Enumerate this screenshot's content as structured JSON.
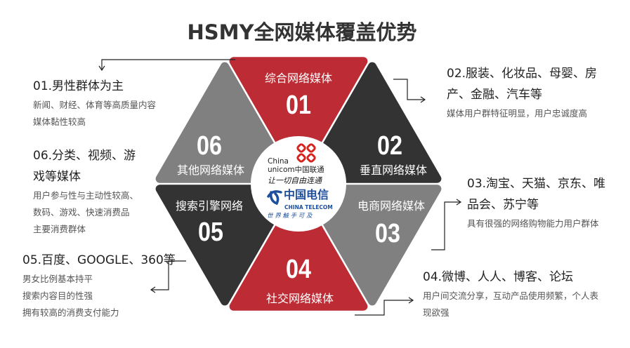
{
  "title": "HSMY全网媒体覆盖优势",
  "colors": {
    "red": "#bd2c34",
    "dark": "#333333",
    "gray": "#808080"
  },
  "segments": [
    {
      "num": "01",
      "label": "综合网络媒体"
    },
    {
      "num": "02",
      "label": "垂直网络媒体"
    },
    {
      "num": "03",
      "label": "电商网络媒体"
    },
    {
      "num": "04",
      "label": "社交网络媒体"
    },
    {
      "num": "05",
      "label": "搜索引擎网络"
    },
    {
      "num": "06",
      "label": "其他网络媒体"
    }
  ],
  "notes": [
    {
      "heading": [
        "01.男性群体为主"
      ],
      "desc": [
        "新闻、财经、体育等高质量内容",
        "媒体黏性较高"
      ]
    },
    {
      "heading": [
        "02.服装、化妆品、母婴、房",
        "产、金融、汽车等"
      ],
      "desc": [
        "媒体用户群特征明显，用户忠诚度高"
      ]
    },
    {
      "heading": [
        "03.淘宝、天猫、京东、唯",
        "品会、苏宁等"
      ],
      "desc": [
        "具有很强的网络购物能力用户群体"
      ]
    },
    {
      "heading": [
        "04.微博、人人、博客、论坛"
      ],
      "desc": [
        "用户间交流分享，互动产品使用频繁，个人表",
        "现欲强"
      ]
    },
    {
      "heading": [
        "05.百度、GOOGLE、360等"
      ],
      "desc": [
        "男女比例基本持平",
        "搜索内容目的性强",
        "拥有较高的消费支付能力"
      ]
    },
    {
      "heading": [
        "06.分类、视频、游",
        "戏等媒体"
      ],
      "desc": [
        "用户参与性与主动性较高、",
        "数码、游戏、快速消费品",
        "主要消费群体"
      ]
    }
  ],
  "center_logos": {
    "unicom_en1": "China",
    "unicom_en2": "unicom中国联通",
    "unicom_slogan": "让一切自由连通",
    "telecom_cn": "中国电信",
    "telecom_en": "CHINA TELECOM",
    "telecom_slogan": "世 界 触 手 可 及"
  }
}
